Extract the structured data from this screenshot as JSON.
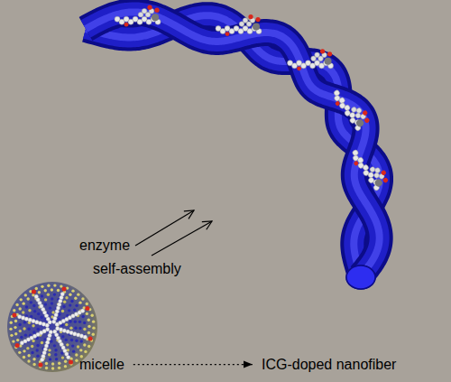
{
  "diagram": {
    "nodes": [
      {
        "text": [
          "micelle"
        ]
      },
      {
        "text": [
          "ICG-doped nanofiber"
        ]
      }
    ],
    "edges": [
      {
        "from": 0,
        "to": 1,
        "arrow": "to"
      }
    ],
    "labels": [
      "enzyme",
      "self-assembly"
    ]
  }
}
